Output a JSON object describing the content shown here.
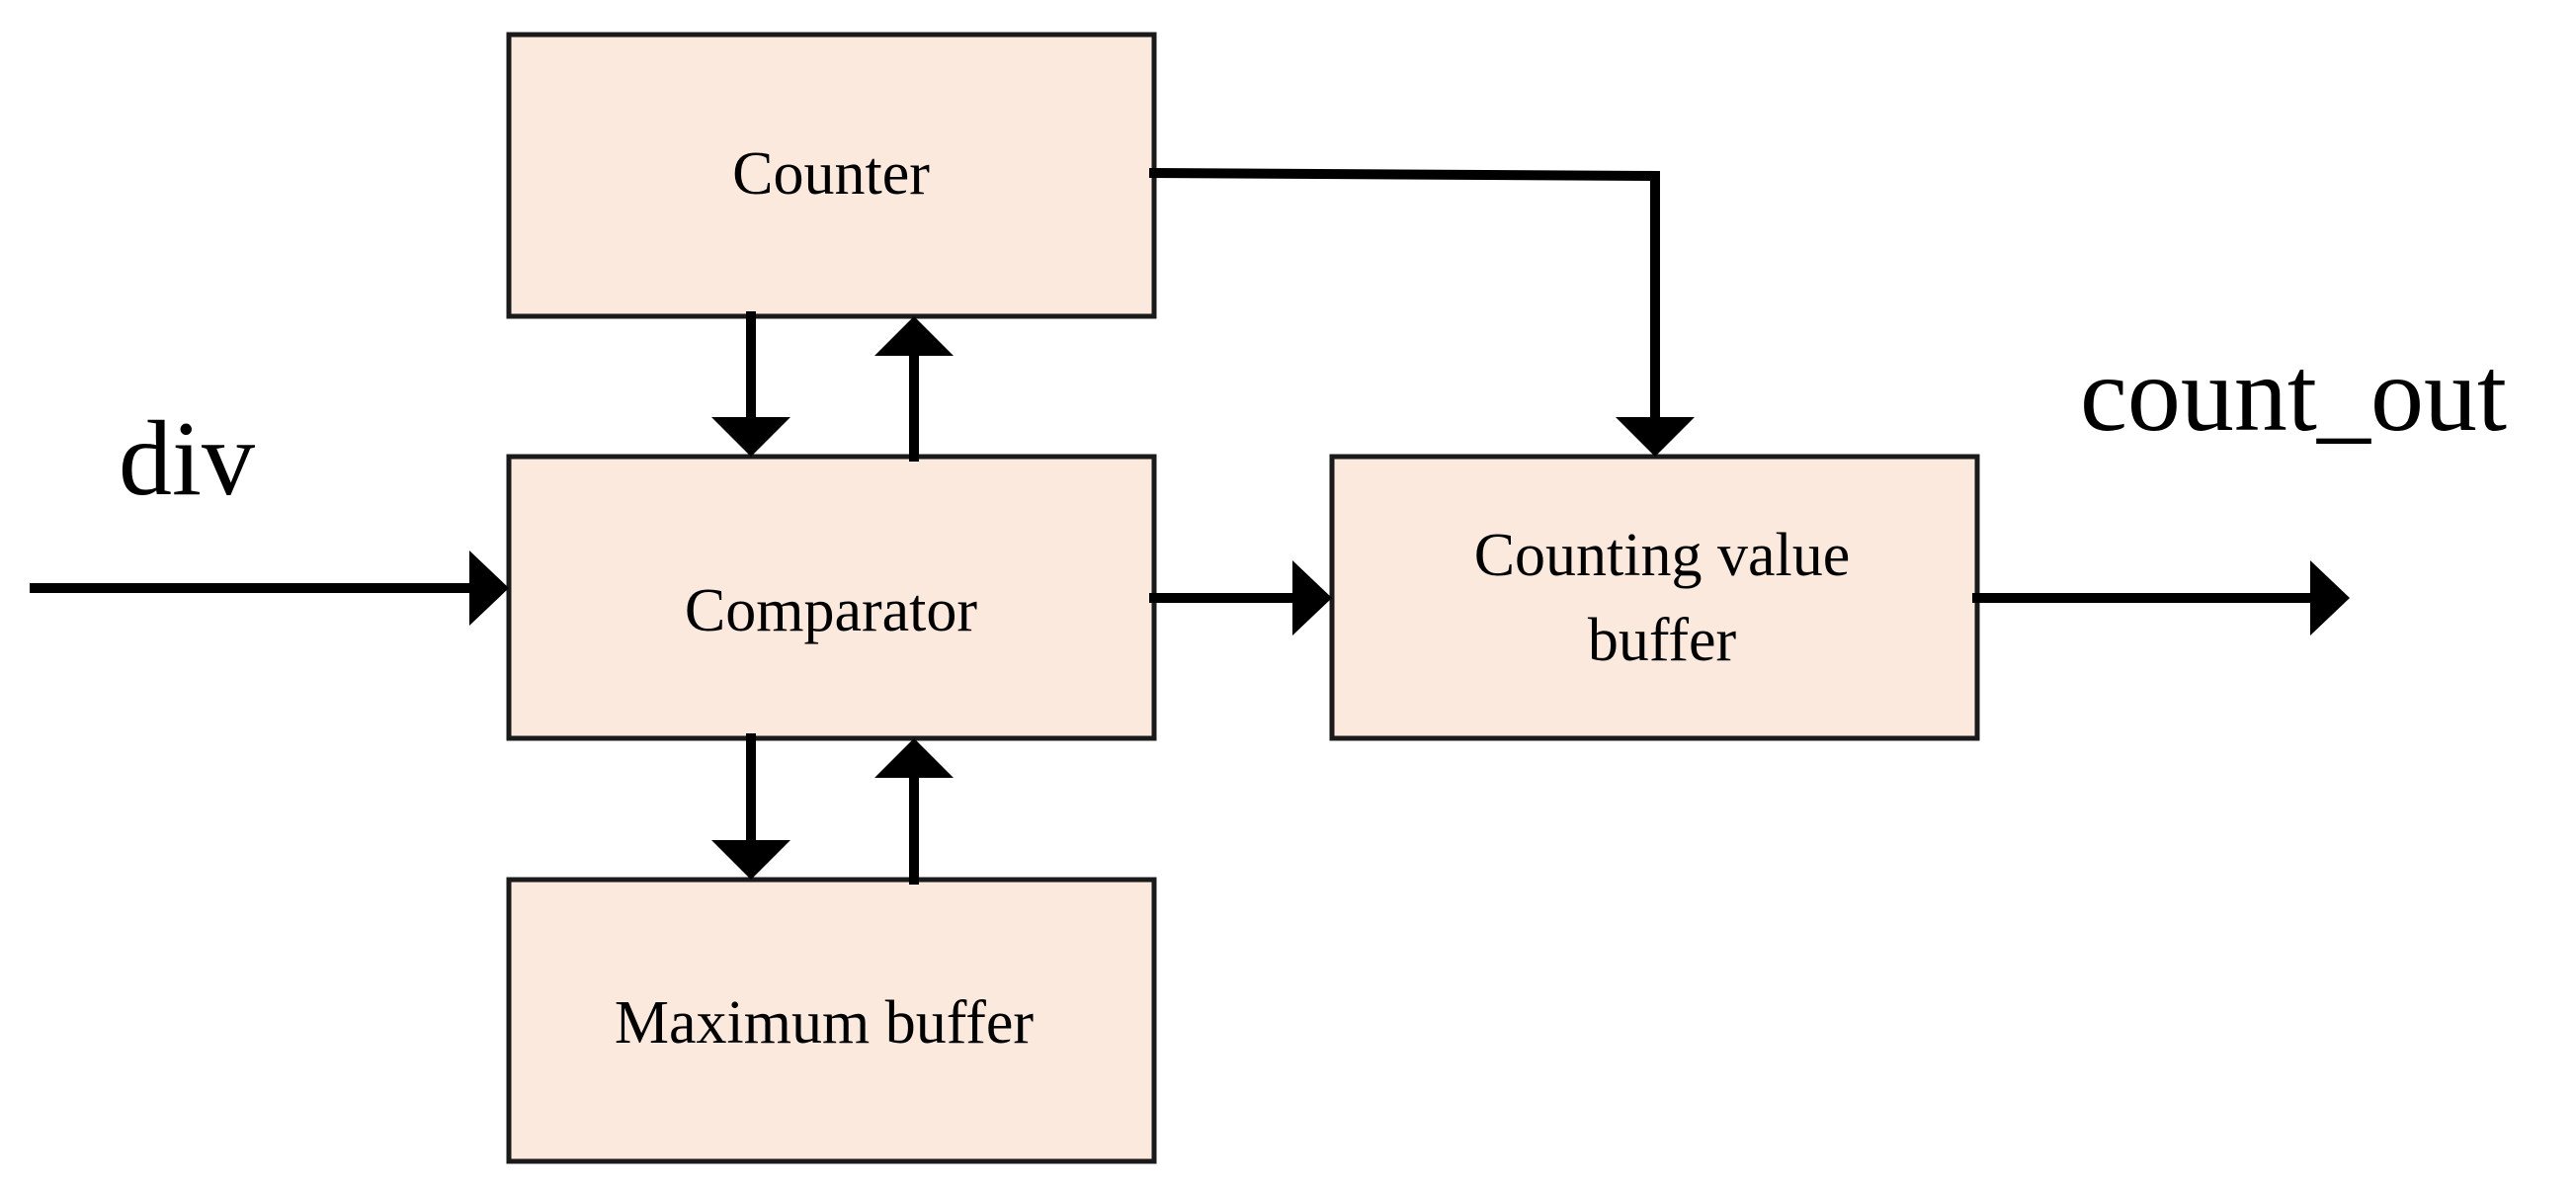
{
  "diagram": {
    "blocks": {
      "counter": {
        "label_lines": [
          "Counter"
        ]
      },
      "comparator": {
        "label_lines": [
          "Comparator"
        ]
      },
      "maximum_buffer": {
        "label_lines": [
          "Maximum buffer"
        ]
      },
      "counting_value_buffer": {
        "label_lines": [
          "Counting value",
          "buffer"
        ]
      }
    },
    "signals": {
      "input": "div",
      "output": "count_out"
    },
    "colors": {
      "block_fill": "#fbe9de",
      "block_border": "#1a1a1a",
      "arrow": "#000000"
    }
  }
}
